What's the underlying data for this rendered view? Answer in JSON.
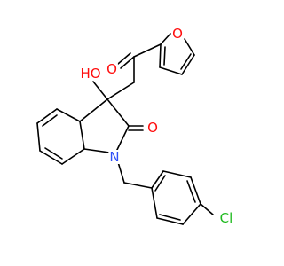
{
  "atoms": {
    "furan_o": {
      "text": "O",
      "color": "#ff0d0d"
    },
    "ketone_o": {
      "text": "O",
      "color": "#ff0d0d"
    },
    "hydroxyl": {
      "text": "HO",
      "color": "#ff0d0d"
    },
    "lactam_o": {
      "text": "O",
      "color": "#ff0d0d"
    },
    "ring_n": {
      "text": "N",
      "color": "#3050f8"
    },
    "chlorine": {
      "text": "Cl",
      "color": "#1fba1f"
    }
  },
  "bond_color": "#000000"
}
